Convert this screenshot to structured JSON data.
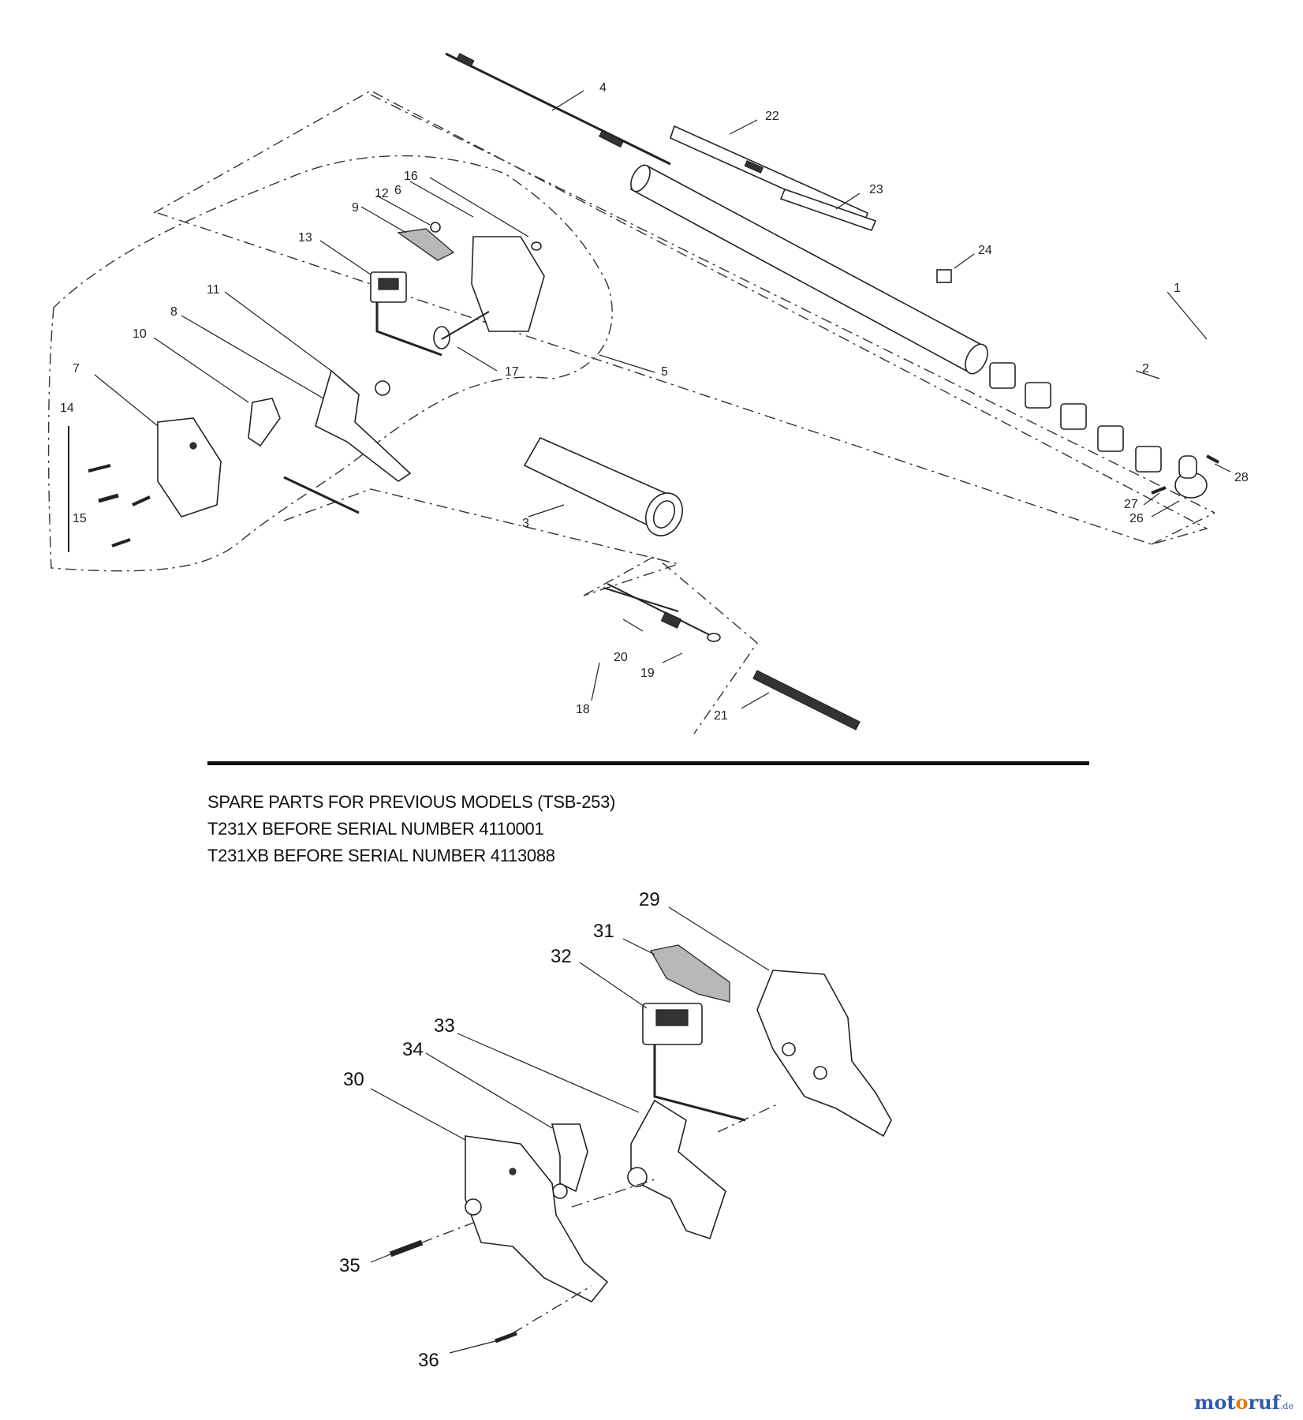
{
  "notes": {
    "line1": "SPARE PARTS FOR PREVIOUS MODELS (TSB-253)",
    "line2": "T231X BEFORE SERIAL NUMBER 4110001",
    "line3": "T231XB BEFORE SERIAL NUMBER 4113088"
  },
  "watermark": {
    "main": "motoruf",
    "suffix": ".de"
  },
  "callouts_current": [
    "1",
    "2",
    "3",
    "4",
    "5",
    "6",
    "7",
    "8",
    "9",
    "10",
    "11",
    "12",
    "13",
    "14",
    "15",
    "16",
    "17",
    "18",
    "19",
    "20",
    "21",
    "22",
    "23",
    "24",
    "26",
    "27",
    "28"
  ],
  "callouts_previous": [
    "29",
    "30",
    "31",
    "32",
    "33",
    "34",
    "35",
    "36"
  ]
}
